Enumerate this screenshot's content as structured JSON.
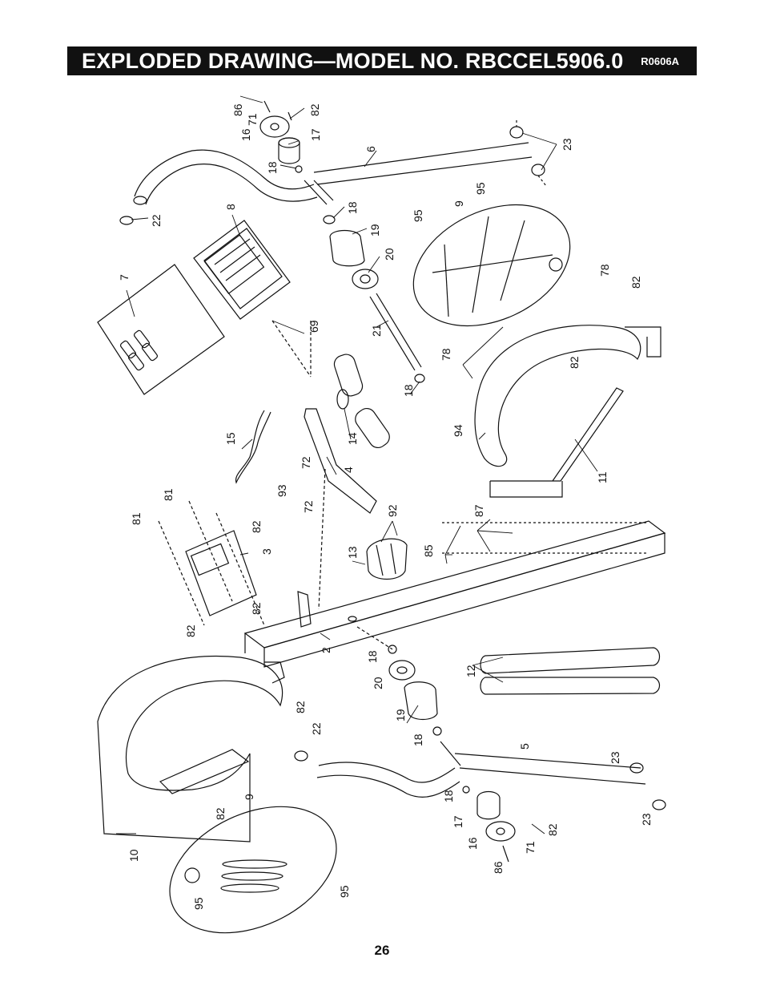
{
  "header": {
    "title": "EXPLODED DRAWING—MODEL NO. RBCCEL5906.0",
    "code": "R0606A"
  },
  "footer": {
    "page_number": "26"
  },
  "part_labels": {
    "p86a": "86",
    "p71a": "71",
    "p82a": "82",
    "p16a": "16",
    "p17a": "17",
    "p18a": "18",
    "p6": "6",
    "p23a": "23",
    "p22a": "22",
    "p8": "8",
    "p18b": "18",
    "p19a": "19",
    "p95a": "95",
    "p9a": "9",
    "p95b": "95",
    "p7": "7",
    "p20a": "20",
    "p78a": "78",
    "p82b": "82",
    "p69": "69",
    "p21": "21",
    "p78b": "78",
    "p82c": "82",
    "p18c": "18",
    "p14": "14",
    "p94": "94",
    "p15": "15",
    "p11": "11",
    "p72a": "72",
    "p4": "4",
    "p93": "93",
    "p72b": "72",
    "p81a": "81",
    "p81b": "81",
    "p82d": "82",
    "p87": "87",
    "p92": "92",
    "p3": "3",
    "p85": "85",
    "p13": "13",
    "p82e": "82",
    "p82f": "82",
    "p2": "2",
    "p18d": "18",
    "p12": "12",
    "p20b": "20",
    "p82g": "82",
    "p19b": "19",
    "p22b": "22",
    "p5": "5",
    "p18e": "18",
    "p23b": "23",
    "p82h": "82",
    "p9b": "9",
    "p18f": "18",
    "p17b": "17",
    "p23c": "23",
    "p10": "10",
    "p16b": "16",
    "p82i": "82",
    "p71b": "71",
    "p86b": "86",
    "p95c": "95",
    "p95d": "95"
  }
}
